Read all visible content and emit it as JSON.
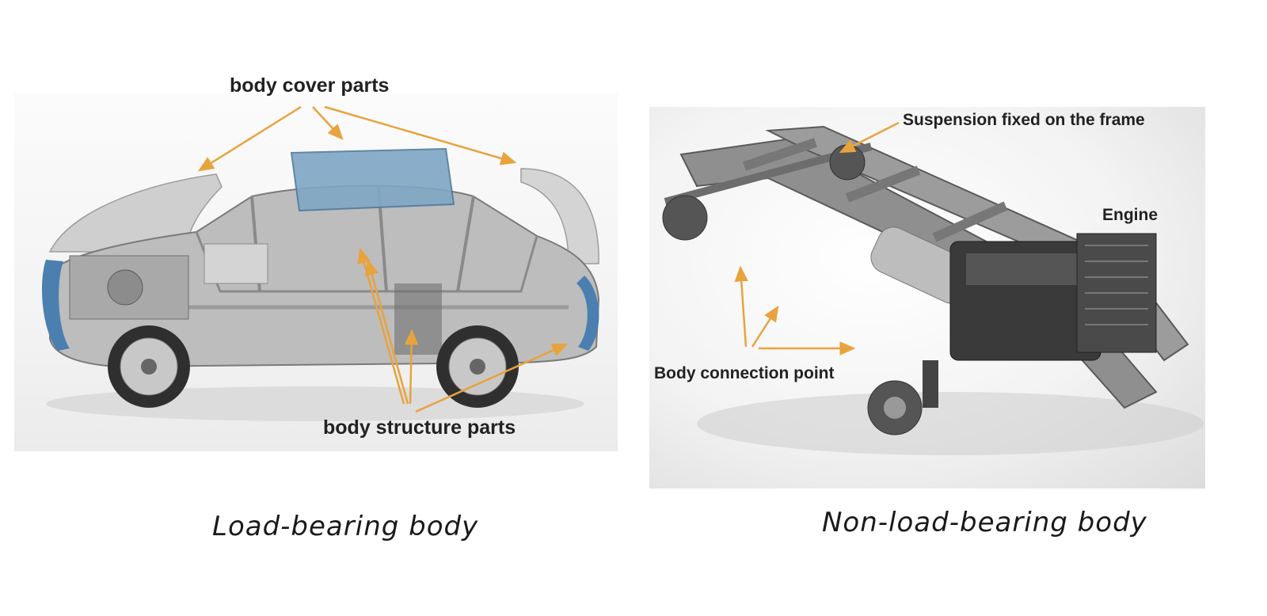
{
  "left": {
    "label_cover": "body cover parts",
    "label_structure": "body structure parts",
    "caption": "Load-bearing body"
  },
  "right": {
    "label_suspension": "Suspension fixed on the frame",
    "label_engine": "Engine",
    "label_connection": "Body connection point",
    "caption": "Non-load-bearing body"
  },
  "colors": {
    "arrow": "#e8a33d",
    "roof_panel": "#7fa6c4",
    "bumper": "#4a7fb0",
    "metal": "#9a9a9a",
    "text": "#222222"
  }
}
